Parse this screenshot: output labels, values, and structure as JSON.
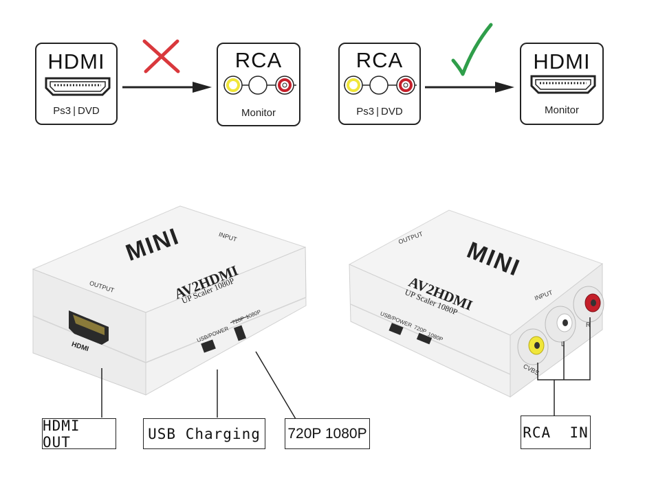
{
  "diagram": {
    "left": {
      "source": {
        "title": "HDMI",
        "sub_left": "Ps3",
        "sub_right": "DVD"
      },
      "target": {
        "title": "RCA",
        "sub": "Monitor"
      },
      "status_icon": "cross-icon"
    },
    "right": {
      "source": {
        "title": "RCA",
        "sub_left": "Ps3",
        "sub_right": "DVD"
      },
      "target": {
        "title": "HDMI",
        "sub": "Monitor"
      },
      "status_icon": "check-icon"
    }
  },
  "device_left": {
    "brand": "MINI",
    "model": "AV2HDMI",
    "model_sub": "UP Scaler 1080P",
    "input": "INPUT",
    "output": "OUTPUT",
    "port_hdmi": "HDMI",
    "usb": "USB/POWER",
    "res_720": "720P",
    "res_1080": "1080P"
  },
  "device_right": {
    "brand": "MINI",
    "model": "AV2HDMI",
    "model_sub": "UP Scaler 1080P",
    "input": "INPUT",
    "output": "OUTPUT",
    "usb": "USB/POWER",
    "res_720": "720P",
    "res_1080": "1080P",
    "cvbs": "CVBS",
    "l": "L",
    "r": "R"
  },
  "callouts": {
    "hdmi_out": "HDMI OUT",
    "usb_charging": "USB Charging",
    "resolution": "720P 1080P",
    "rca_in": "RCA  IN"
  },
  "colors": {
    "cross": "#d9383c",
    "check": "#2f9e4a",
    "rca_yellow": "#f0e63a",
    "rca_red": "#c41f2a",
    "device": "#f1f1f1"
  }
}
